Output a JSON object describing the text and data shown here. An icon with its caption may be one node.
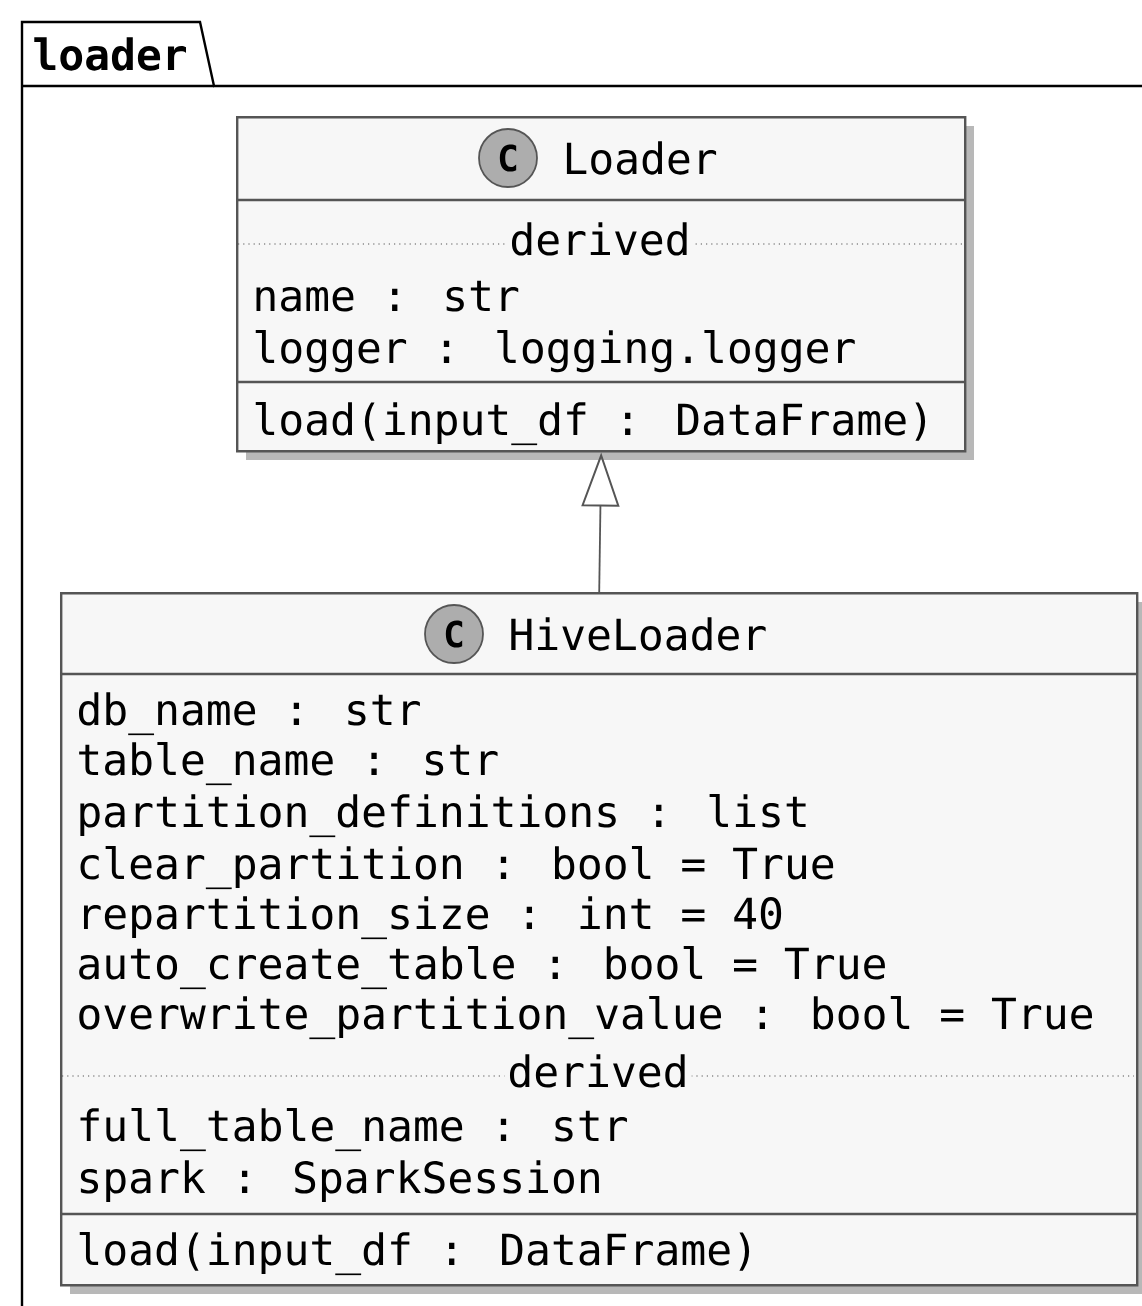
{
  "diagram": {
    "nodes": [
      {
        "text": [
          "loader"
        ]
      },
      {
        "text": [
          "C",
          "Loader",
          "derived",
          "name : str",
          "logger : logging.logger",
          "load(input_df : DataFrame)"
        ],
        "in": 0
      },
      {
        "text": [
          "C",
          "HiveLoader",
          "db_name : str",
          "table_name : str",
          "partition_definitions : list",
          "clear_partition : bool = True",
          "repartition_size : int = 40",
          "auto_create_table : bool = True",
          "overwrite_partition_value : bool = True",
          "derived",
          "full_table_name : str",
          "spark : SparkSession",
          "load(input_df : DataFrame)"
        ],
        "in": 0
      }
    ],
    "edges": [
      {
        "from": 2,
        "to": 1,
        "arrow": "to"
      }
    ]
  }
}
